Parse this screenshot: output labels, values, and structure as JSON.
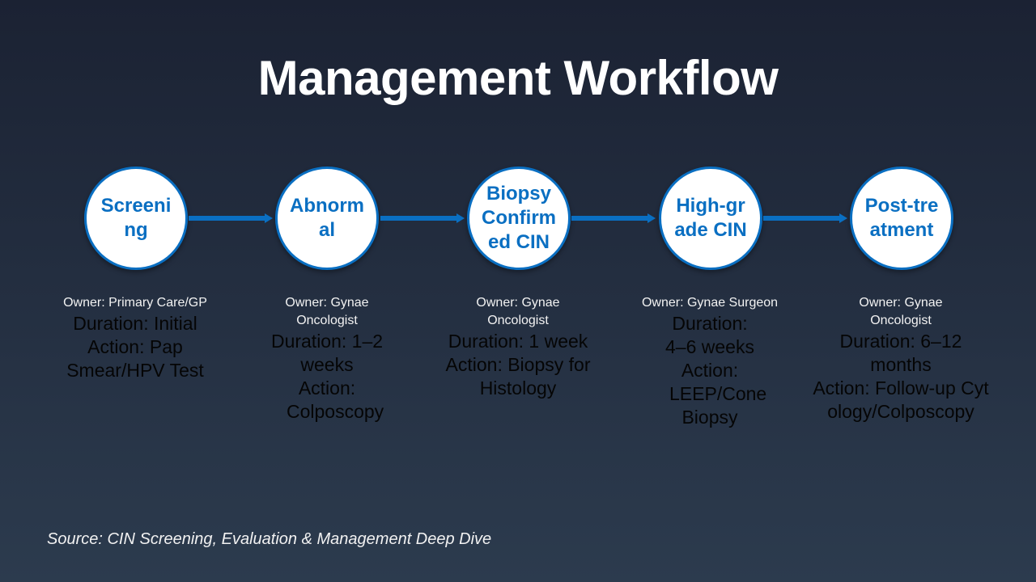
{
  "title": "Management Workflow",
  "accent": "#0a6fc2",
  "steps": [
    {
      "label": "Screening",
      "owner": "Owner: Primary Care/GP",
      "duration": "Duration: Initial",
      "action": "Action: Pap Smear/HPV Test"
    },
    {
      "label": "Abnormal",
      "owner": "Owner: Gynae Oncologist",
      "duration": "Duration: 1–2 weeks",
      "action": "Action: Colposcopy"
    },
    {
      "label": "Biopsy Confirmed CIN",
      "owner": "Owner: Gynae Oncologist",
      "duration": "Duration: 1 week",
      "action": "Action: Biopsy for Histology"
    },
    {
      "label": "High-grade CIN",
      "owner": "Owner: Gynae Surgeon",
      "duration": "Duration: 4–6 weeks",
      "action": "Action: LEEP/Cone Biopsy"
    },
    {
      "label": "Post-treatment",
      "owner": "Owner: Gynae Oncologist",
      "duration": "Duration: 6–12 months",
      "action": "Action: Follow-up Cytology/Colposcopy"
    }
  ],
  "source": "Source: CIN Screening, Evaluation & Management Deep Dive"
}
